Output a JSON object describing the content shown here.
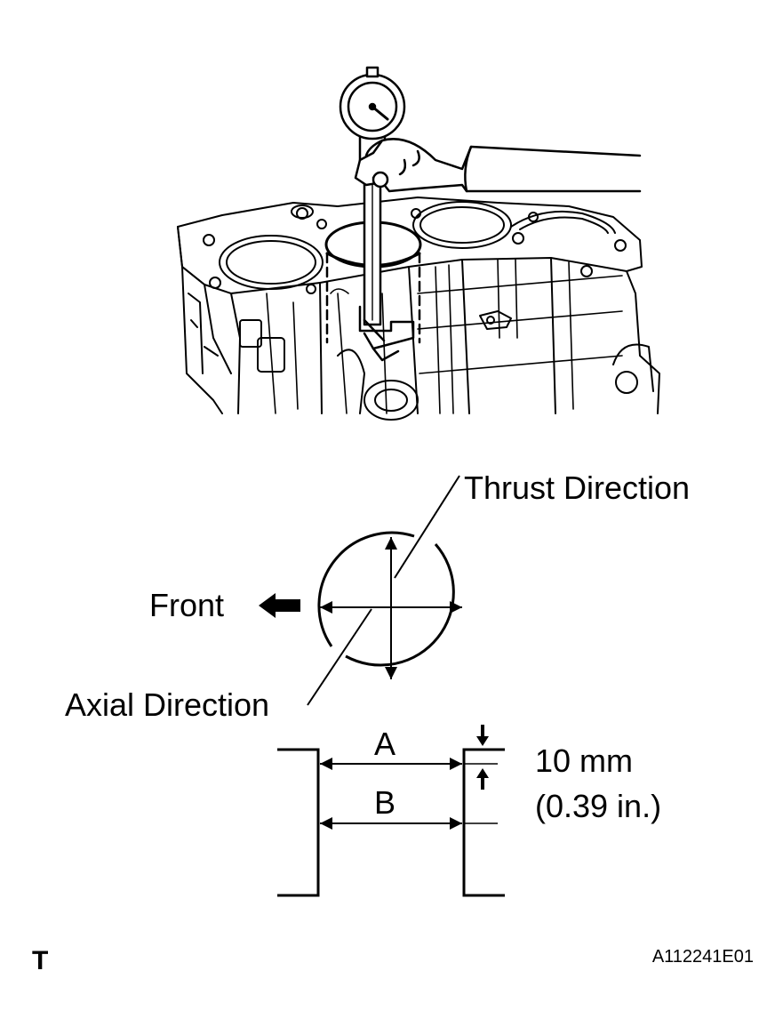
{
  "illustration": {
    "name": "cylinder bore gauge measurement"
  },
  "diagram": {
    "thrust_label": "Thrust Direction",
    "front_label": "Front",
    "axial_label": "Axial Direction",
    "position_a": "A",
    "position_b": "B",
    "distance_metric": "10 mm",
    "distance_imperial": "(0.39 in.)"
  },
  "footer": {
    "corner_mark": "T",
    "figure_code": "A112241E01"
  },
  "colors": {
    "ink": "#000000",
    "paper": "#ffffff"
  }
}
